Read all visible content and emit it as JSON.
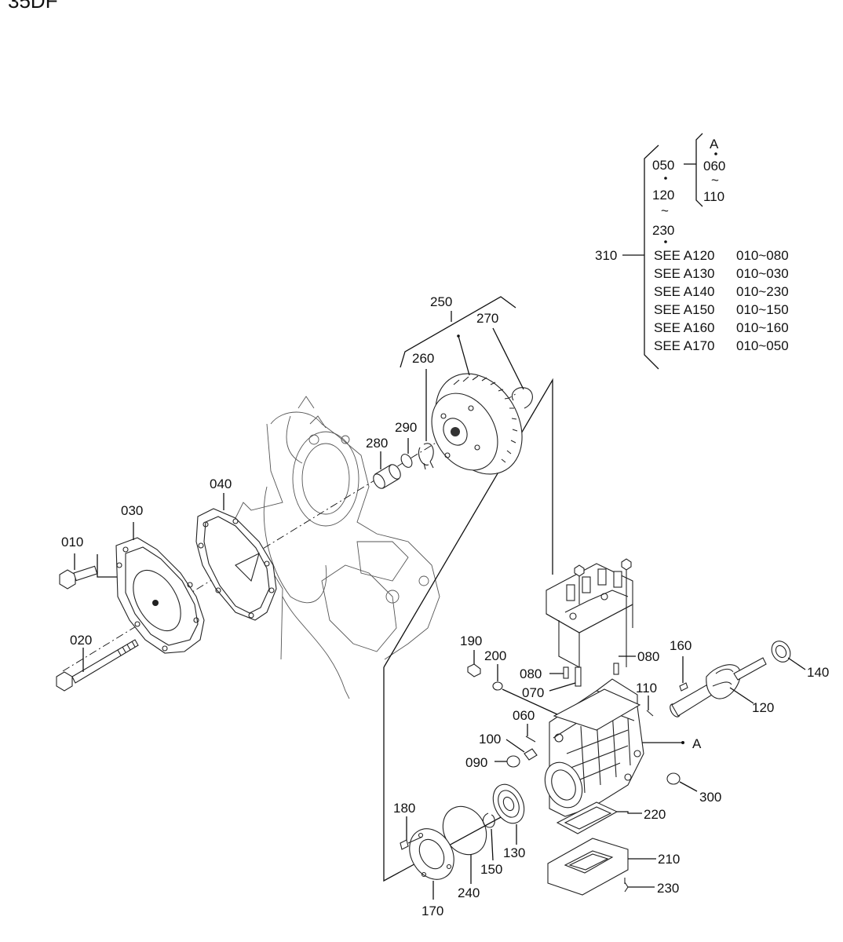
{
  "header": {
    "code": "35DF"
  },
  "callouts": [
    {
      "id": "c010",
      "text": "010"
    },
    {
      "id": "c020",
      "text": "020"
    },
    {
      "id": "c030",
      "text": "030"
    },
    {
      "id": "c040",
      "text": "040"
    },
    {
      "id": "c250",
      "text": "250"
    },
    {
      "id": "c260",
      "text": "260"
    },
    {
      "id": "c270",
      "text": "270"
    },
    {
      "id": "c280",
      "text": "280"
    },
    {
      "id": "c290",
      "text": "290"
    },
    {
      "id": "c190",
      "text": "190"
    },
    {
      "id": "c200",
      "text": "200"
    },
    {
      "id": "c080a",
      "text": "080"
    },
    {
      "id": "c080b",
      "text": "080"
    },
    {
      "id": "c070",
      "text": "070"
    },
    {
      "id": "c160",
      "text": "160"
    },
    {
      "id": "c140",
      "text": "140"
    },
    {
      "id": "c110",
      "text": "110"
    },
    {
      "id": "c120",
      "text": "120"
    },
    {
      "id": "c060",
      "text": "060"
    },
    {
      "id": "c100",
      "text": "100"
    },
    {
      "id": "c090",
      "text": "090"
    },
    {
      "id": "cA",
      "text": "A"
    },
    {
      "id": "c300",
      "text": "300"
    },
    {
      "id": "c180",
      "text": "180"
    },
    {
      "id": "c220",
      "text": "220"
    },
    {
      "id": "c130",
      "text": "130"
    },
    {
      "id": "c150",
      "text": "150"
    },
    {
      "id": "c210",
      "text": "210"
    },
    {
      "id": "c240",
      "text": "240"
    },
    {
      "id": "c230",
      "text": "230"
    },
    {
      "id": "c170",
      "text": "170"
    }
  ],
  "legend": {
    "group_top": {
      "a": "A",
      "from": "060",
      "tilde": "~",
      "to": "110"
    },
    "item_050": "050",
    "item_120": "120",
    "tilde": "~",
    "item_230": "230",
    "item_310": "310",
    "see_refs": [
      {
        "ref": "SEE A120",
        "range": "010~080"
      },
      {
        "ref": "SEE A130",
        "range": "010~030"
      },
      {
        "ref": "SEE A140",
        "range": "010~230"
      },
      {
        "ref": "SEE A150",
        "range": "010~150"
      },
      {
        "ref": "SEE A160",
        "range": "010~160"
      },
      {
        "ref": "SEE A170",
        "range": "010~050"
      }
    ]
  }
}
